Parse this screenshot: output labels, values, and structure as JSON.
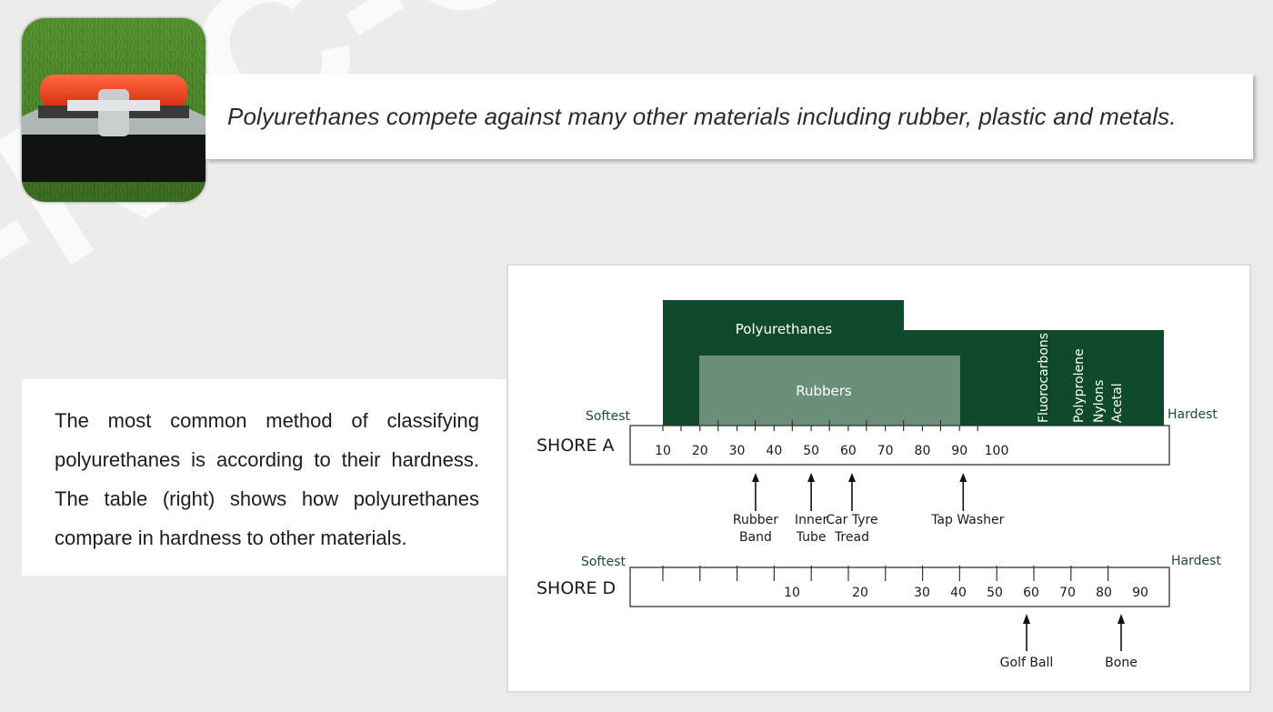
{
  "banner": {
    "text": "Polyurethanes compete against many other materials including rubber, plastic and metals."
  },
  "description": {
    "text": "The most common method of classifying polyurethanes is according to their hardness. The table (right) shows how polyurethanes compare in hardness to other materials."
  },
  "watermark": {
    "text": "-N-C-O"
  },
  "diagram": {
    "colors": {
      "dark_green": "#0f4a2b",
      "light_green": "#6b9079",
      "label_green": "#1e4d2e",
      "text": "#1a1a1a"
    },
    "shore_a": {
      "label": "SHORE A",
      "softest": "Softest",
      "hardest": "Hardest",
      "ticks": [
        "10",
        "20",
        "30",
        "40",
        "50",
        "60",
        "70",
        "80",
        "90",
        "100"
      ],
      "markers": [
        {
          "lines": [
            "Rubber",
            "Band"
          ],
          "value": 35
        },
        {
          "lines": [
            "Inner",
            "Tube"
          ],
          "value": 50
        },
        {
          "lines": [
            "Car Tyre",
            "Tread"
          ],
          "value": 61
        },
        {
          "lines": [
            "Tap Washer"
          ],
          "value": 91
        }
      ]
    },
    "shore_d": {
      "label": "SHORE D",
      "softest": "Softest",
      "hardest": "Hardest",
      "ticks": [
        "10",
        "20",
        "30",
        "40",
        "50",
        "60",
        "70",
        "80",
        "90"
      ],
      "markers": [
        {
          "lines": [
            "Golf Ball"
          ],
          "value": 58
        },
        {
          "lines": [
            "Bone"
          ],
          "value": 84
        }
      ]
    },
    "materials": {
      "polyurethanes": "Polyurethanes",
      "rubbers": "Rubbers",
      "fluorocarbons": "Fluorocarbons",
      "polyprolene": "Polyprolene",
      "nylons": "Nylons",
      "acetal": "Acetal"
    }
  }
}
